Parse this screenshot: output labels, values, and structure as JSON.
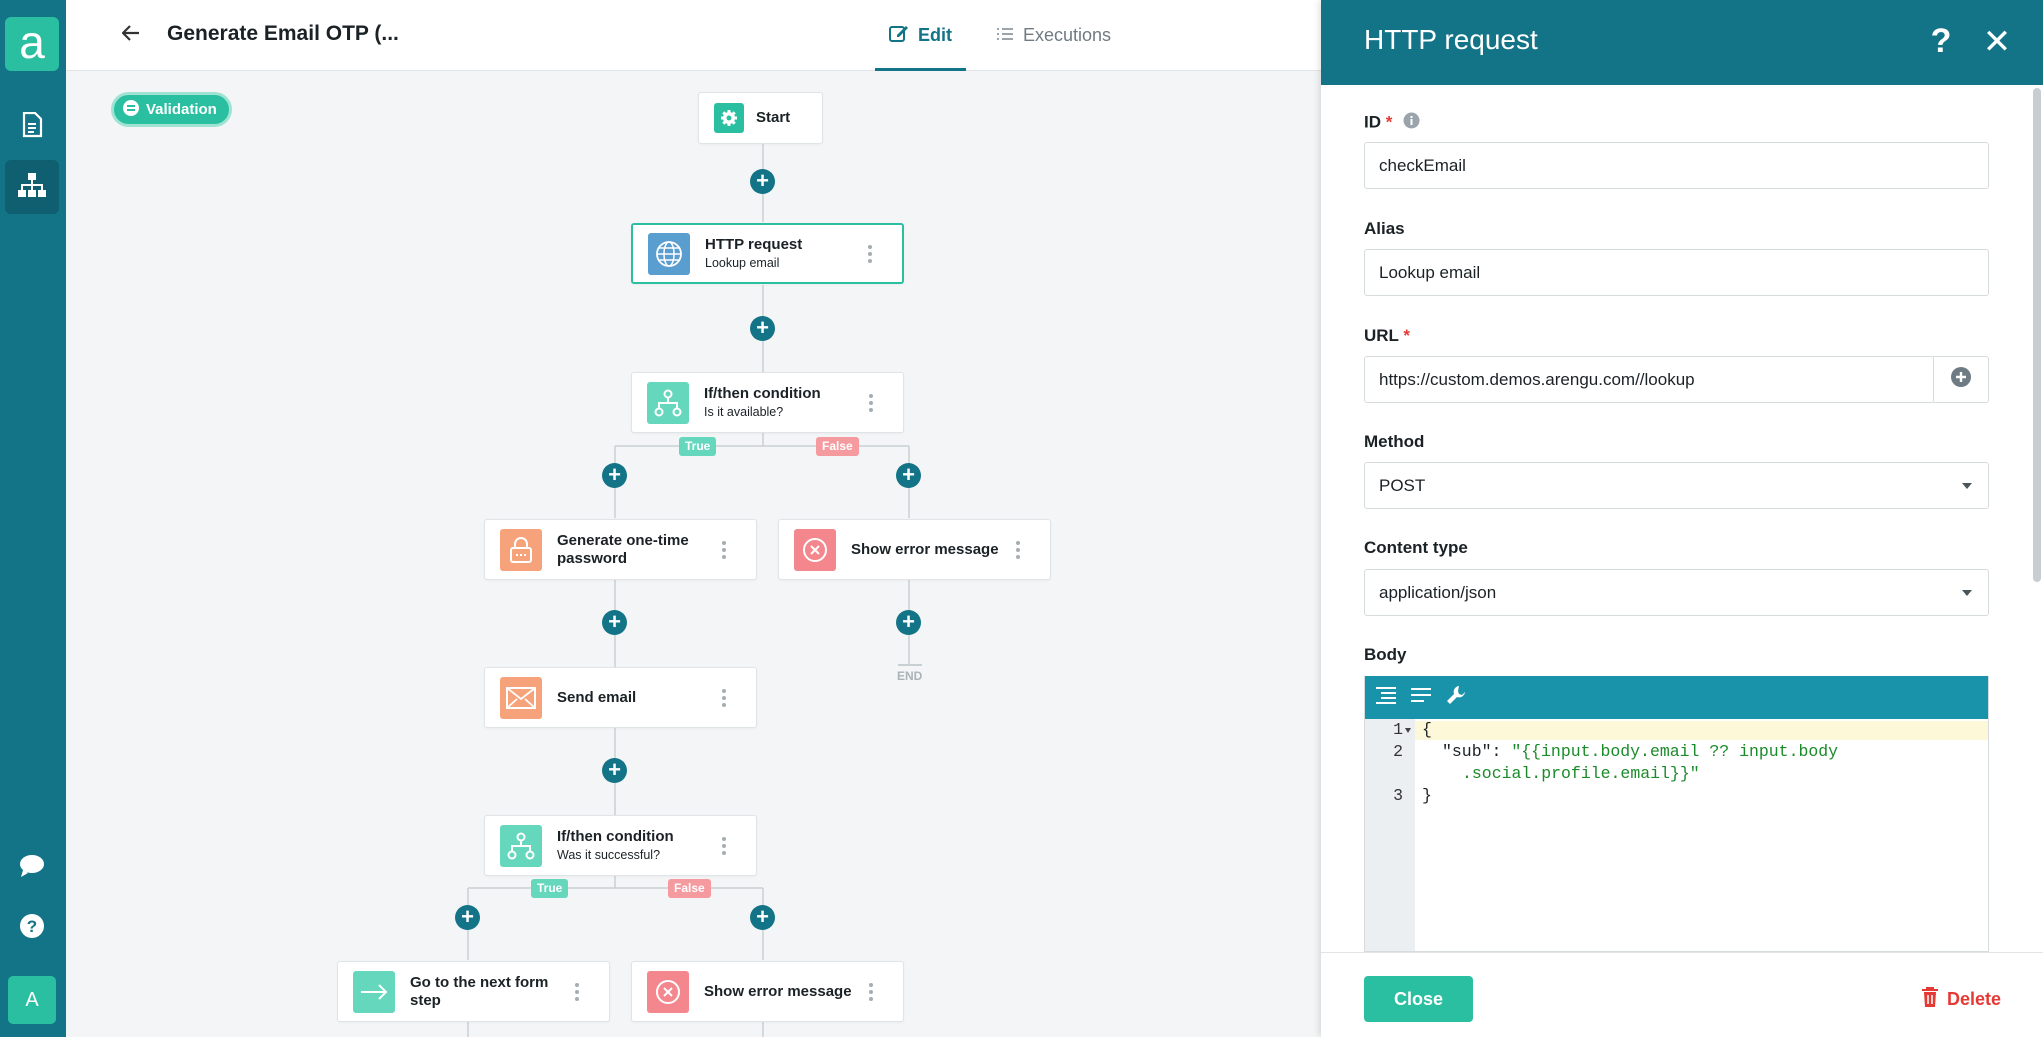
{
  "app": {
    "logo_letter": "a",
    "avatar_letter": "A"
  },
  "header": {
    "flow_title": "Generate Email OTP (...",
    "tab_edit": "Edit",
    "tab_executions": "Executions"
  },
  "canvas": {
    "validation_badge": "Validation",
    "start": "Start",
    "nodes": [
      {
        "title": "HTTP request",
        "subtitle": "Lookup email"
      },
      {
        "title": "If/then condition",
        "subtitle": "Is it available?"
      },
      {
        "title": "Generate one-time password",
        "subtitle": ""
      },
      {
        "title": "Show error message",
        "subtitle": ""
      },
      {
        "title": "Send email",
        "subtitle": ""
      },
      {
        "title": "If/then condition",
        "subtitle": "Was it successful?"
      },
      {
        "title": "Go to the next form step",
        "subtitle": ""
      },
      {
        "title": "Show error message",
        "subtitle": ""
      }
    ],
    "true_label": "True",
    "false_label": "False",
    "end_label": "END",
    "colors": {
      "teal": "#137387",
      "green": "#2bbfa2",
      "blue": "#5a9ecf",
      "orange": "#f6a27a",
      "red": "#f4878d"
    }
  },
  "panel": {
    "title": "HTTP request",
    "help_glyph": "?",
    "close_glyph": "✕",
    "id_label": "ID",
    "id_value": "checkEmail",
    "alias_label": "Alias",
    "alias_value": "Lookup email",
    "url_label": "URL",
    "url_value": "https://custom.demos.arengu.com//lookup",
    "method_label": "Method",
    "method_value": "POST",
    "content_type_label": "Content type",
    "content_type_value": "application/json",
    "body_label": "Body",
    "code": {
      "line_numbers": [
        "1",
        "2",
        "3"
      ],
      "open_brace": "{",
      "key": "\"sub\"",
      "colon": ": ",
      "value_part1": "\"{{input.body.email ?? input.body",
      "value_part2": ".social.profile.email}}\"",
      "close_brace": "}"
    },
    "close_button": "Close",
    "delete_button": "Delete"
  }
}
